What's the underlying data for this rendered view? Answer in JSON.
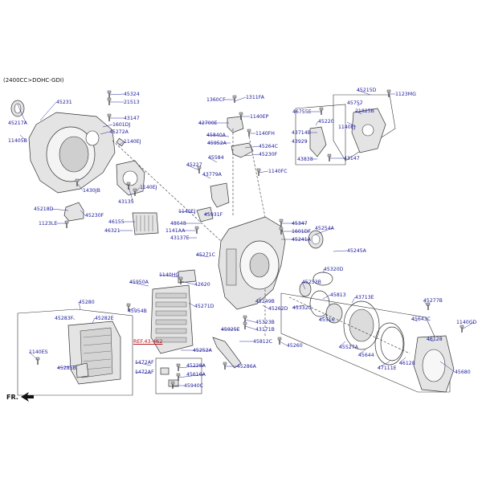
{
  "title": "(2400CC>DOHC-GDI)",
  "ref_link": "REF.43-462",
  "front_marker": "FR.",
  "colors": {
    "label": "#1a1a9a",
    "leader": "#2b2b9a",
    "ref": "#b3161c",
    "part_fill": "#e4e4e4",
    "part_stroke": "#333333"
  },
  "part_labels": [
    "45231",
    "45217A",
    "11405B",
    "45324",
    "21513",
    "43147",
    "1601DJ",
    "45272A",
    "1140EJ",
    "43135",
    "1430JB",
    "1140EJ",
    "45218D",
    "45230F",
    "1123LE",
    "1360CF",
    "1311FA",
    "1140EP",
    "42700E",
    "1140FH",
    "45840A",
    "45264C",
    "45952A",
    "45230F",
    "45584",
    "45227",
    "43779A",
    "1140FC",
    "46755E",
    "45220",
    "43714B",
    "43929",
    "43838",
    "43147",
    "45215D",
    "1123MG",
    "45757",
    "21825B",
    "1140EJ",
    "1140EJ",
    "45931F",
    "46155",
    "48648",
    "46321",
    "1141AA",
    "43137E",
    "45347",
    "1601DF",
    "45241A",
    "45254A",
    "45271C",
    "45245A",
    "45320D",
    "1140HG",
    "45950A",
    "42620",
    "45954B",
    "45271D",
    "45249B",
    "45262D",
    "45253B",
    "45332C",
    "45813",
    "43713E",
    "45516",
    "45280",
    "45283F",
    "45282E",
    "45925E",
    "45323B",
    "43171B",
    "45812C",
    "45260",
    "45277B",
    "45643C",
    "1140GD",
    "46128",
    "45680",
    "45527A",
    "45644",
    "47111E",
    "46128",
    "1140ES",
    "45252A",
    "1472AF",
    "45228A",
    "1472AF",
    "45616A",
    "45940C",
    "45286A",
    "45285B"
  ]
}
